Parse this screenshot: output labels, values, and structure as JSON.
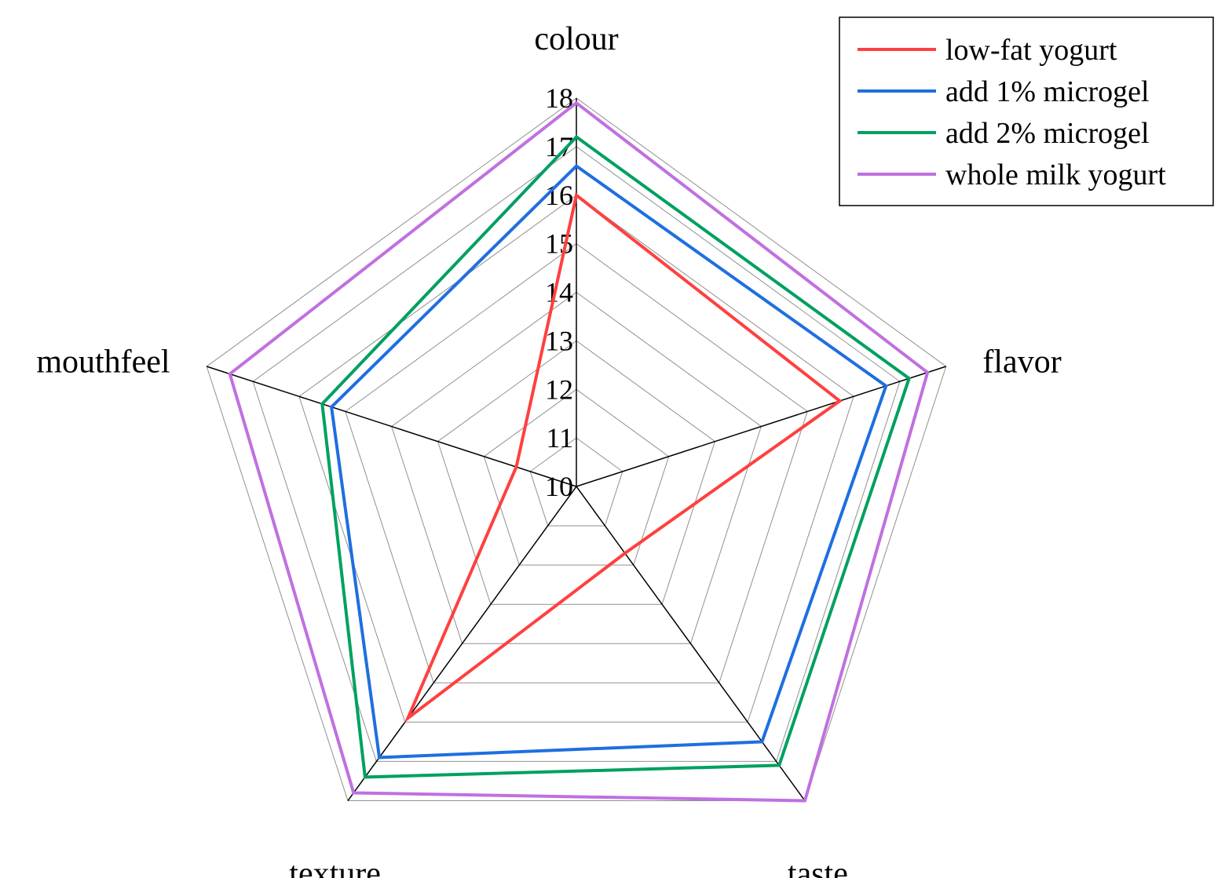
{
  "chart_data": {
    "type": "radar",
    "title": "",
    "axes": [
      "colour",
      "flavor",
      "taste",
      "texture",
      "mouthfeel"
    ],
    "rlim": [
      10,
      18
    ],
    "ticks": [
      "10",
      "11",
      "12",
      "13",
      "14",
      "15",
      "16",
      "17",
      "18"
    ],
    "grid": true,
    "legend_position": "top-right",
    "series": [
      {
        "name": "low-fat yogurt",
        "color": "#ff4040",
        "values": [
          16.0,
          15.7,
          11.7,
          15.9,
          11.3
        ]
      },
      {
        "name": "add 1% microgel",
        "color": "#1e6fe0",
        "values": [
          16.6,
          16.7,
          16.5,
          16.9,
          15.3
        ]
      },
      {
        "name": "add 2% microgel",
        "color": "#00a060",
        "values": [
          17.2,
          17.2,
          17.1,
          17.4,
          15.5
        ]
      },
      {
        "name": "whole milk yogurt",
        "color": "#c070e0",
        "values": [
          17.9,
          17.6,
          18.0,
          17.8,
          17.5
        ]
      }
    ]
  }
}
